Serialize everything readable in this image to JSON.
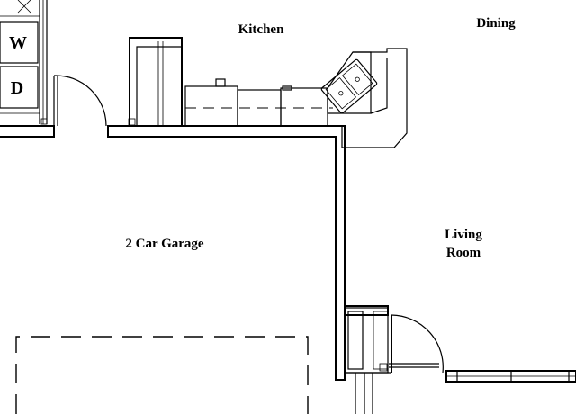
{
  "rooms": {
    "kitchen": "Kitchen",
    "dining": "Dining",
    "garage": "2 Car Garage",
    "living_line1": "Living",
    "living_line2": "Room"
  },
  "appliances": {
    "washer": "W",
    "dryer": "D"
  }
}
